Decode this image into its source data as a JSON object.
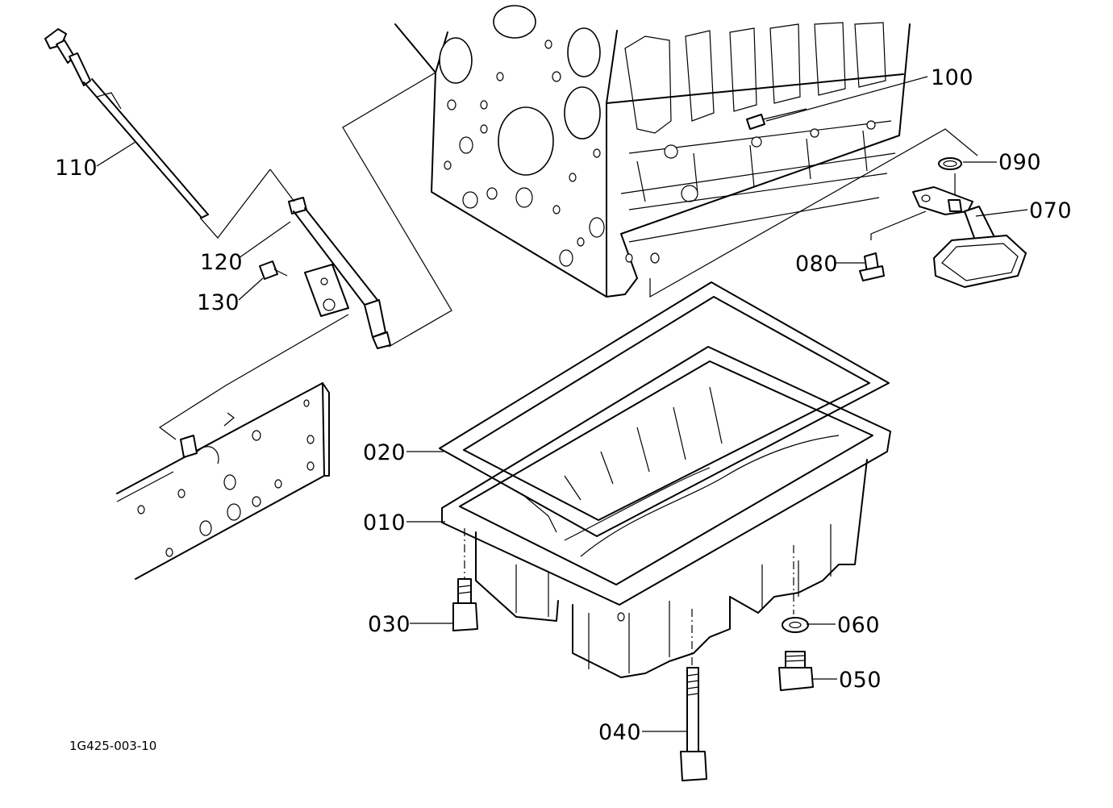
{
  "figure_id": "1G425-003-10",
  "callouts": [
    {
      "id": "p100",
      "label": "100"
    },
    {
      "id": "p110",
      "label": "110"
    },
    {
      "id": "p090",
      "label": "090"
    },
    {
      "id": "p070",
      "label": "070"
    },
    {
      "id": "p120",
      "label": "120"
    },
    {
      "id": "p080",
      "label": "080"
    },
    {
      "id": "p130",
      "label": "130"
    },
    {
      "id": "p020",
      "label": "020"
    },
    {
      "id": "p010",
      "label": "010"
    },
    {
      "id": "p030",
      "label": "030"
    },
    {
      "id": "p060",
      "label": "060"
    },
    {
      "id": "p050",
      "label": "050"
    },
    {
      "id": "p040",
      "label": "040"
    }
  ]
}
